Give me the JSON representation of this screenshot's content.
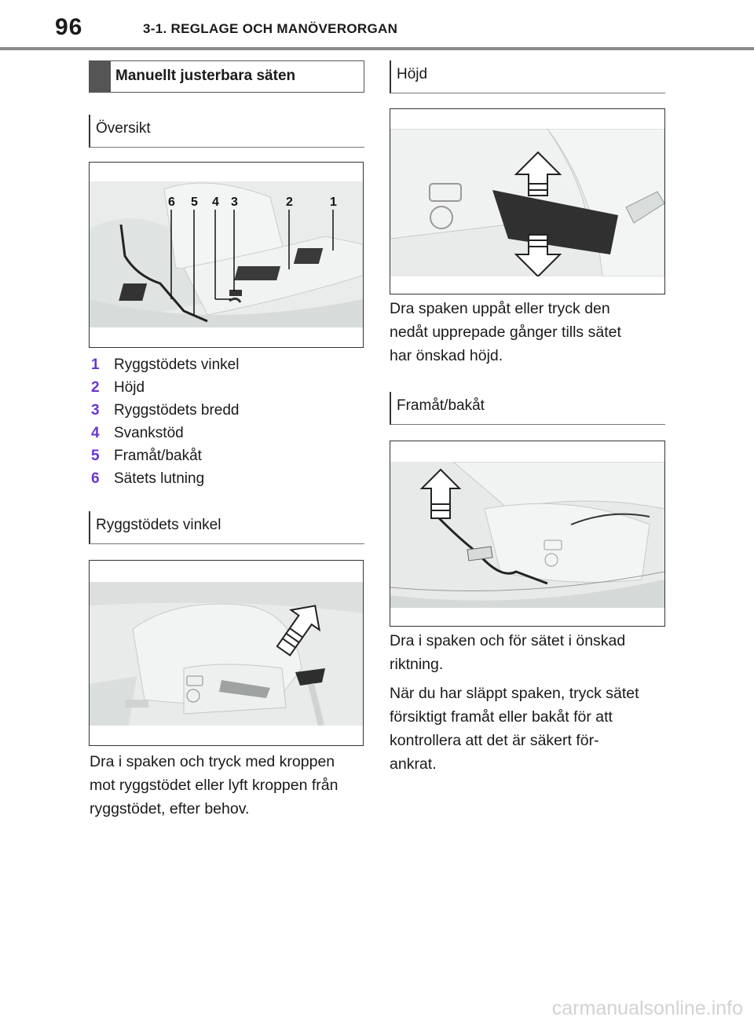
{
  "header": {
    "page_number": "96",
    "chapter": "3-1. REGLAGE OCH MANÖVERORGAN"
  },
  "section_title": "Manuellt justerbara säten",
  "overview": {
    "heading": "Översikt",
    "callouts": [
      "6",
      "5",
      "4",
      "3",
      "2",
      "1"
    ],
    "legend": [
      {
        "num": "1",
        "text": "Ryggstödets vinkel"
      },
      {
        "num": "2",
        "text": "Höjd"
      },
      {
        "num": "3",
        "text": "Ryggstödets bredd"
      },
      {
        "num": "4",
        "text": "Svankstöd"
      },
      {
        "num": "5",
        "text": "Framåt/bakåt"
      },
      {
        "num": "6",
        "text": "Sätets lutning"
      }
    ]
  },
  "backrest": {
    "heading": "Ryggstödets vinkel",
    "text_lines": [
      "Dra i spaken och tryck med kroppen",
      "mot ryggstödet eller lyft kroppen från",
      "ryggstödet, efter behov."
    ]
  },
  "height": {
    "heading": "Höjd",
    "text_lines": [
      "Dra spaken uppåt eller tryck den",
      "nedåt upprepade gånger tills sätet",
      "har önskad höjd."
    ]
  },
  "fore_aft": {
    "heading": "Framåt/bakåt",
    "text1_lines": [
      "Dra i spaken och för sätet i önskad",
      "riktning."
    ],
    "text2_lines": [
      "När du har släppt spaken, tryck sätet",
      "försiktigt framåt eller bakåt för att",
      "kontrollera att det är säkert för-",
      "ankrat."
    ]
  },
  "watermark": "carmanualsonline.info"
}
